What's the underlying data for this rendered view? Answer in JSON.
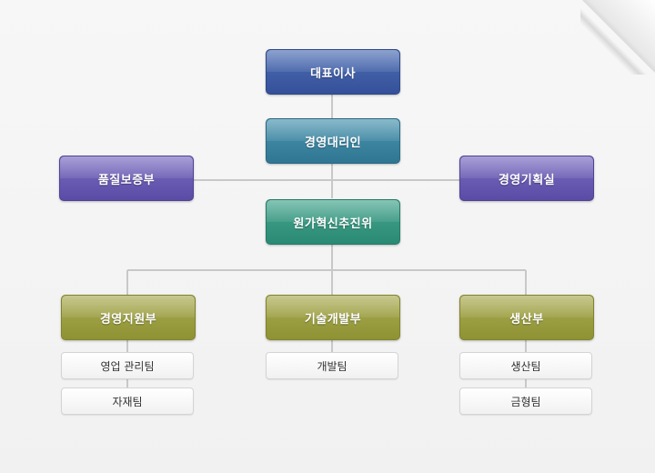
{
  "org": {
    "ceo": "대표이사",
    "deputy": "경영대리인",
    "quality": "품질보증부",
    "planning": "경영기획실",
    "innovation": "원가혁신추진위",
    "dept_management": "경영지원부",
    "dept_tech": "기술개발부",
    "dept_production": "생산부",
    "team_sales_mgmt": "영업 관리팀",
    "team_materials": "자재팀",
    "team_dev": "개발팀",
    "team_production": "생산팀",
    "team_mold": "금형팀"
  },
  "colors": {
    "background": "#f3f3f3",
    "ceo": "#34509a",
    "deputy": "#2f7693",
    "staff": "#5a4ba5",
    "committee": "#2b8a74",
    "department": "#8f9233",
    "connector": "#c8c8c8"
  }
}
